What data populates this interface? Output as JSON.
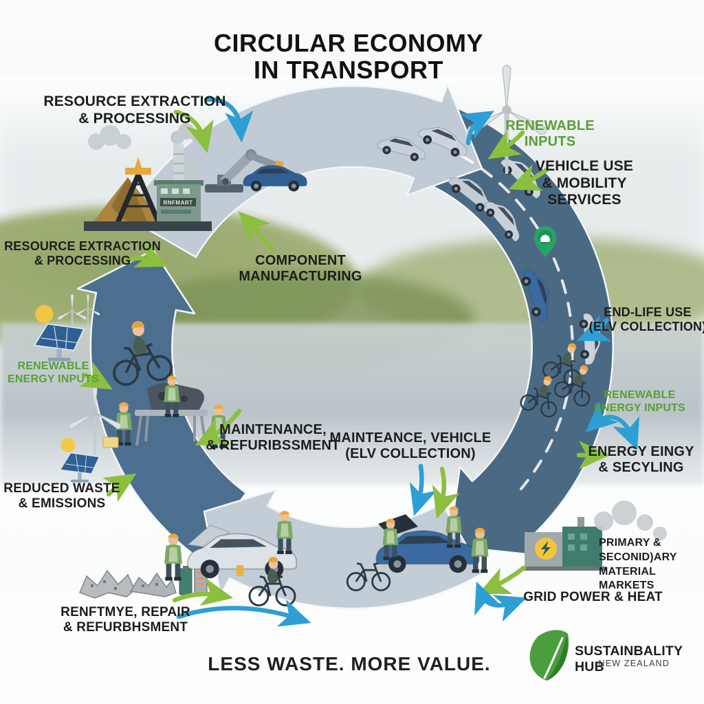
{
  "title": {
    "line1": "CIRCULAR ECONOMY",
    "line2": "IN TRANSPORT"
  },
  "labels": {
    "resource_extraction_top": {
      "line1": "RESOURCE EXTRACTION",
      "line2": "& PROCESSING"
    },
    "renewable_inputs_right": {
      "line1": "RENEWABLE",
      "line2": "INPUTS"
    },
    "vehicle_use": {
      "line1": "VEHICLE USE",
      "line2": "& MOBILITY",
      "line3": "SERVICES"
    },
    "resource_extraction_left": {
      "line1": "RESOURCE EXTRACTION",
      "line2": "& PROCESSING"
    },
    "component_manufacturing": {
      "line1": "COMPONENT",
      "line2": "MANUFACTURING"
    },
    "end_of_life": {
      "line1": "END-LIFE USE",
      "line2": "(ELV COLLECTION)"
    },
    "renewable_energy_left": {
      "line1": "RENEWABLE",
      "line2": "ENERGY INPUTS"
    },
    "renewable_energy_right": {
      "line1": "RENEWABLE",
      "line2": "ENERGY INPUTS"
    },
    "maintenance_refurbishment": {
      "line1": "MAINTENANCE,",
      "line2": "& REFURIBSSMENT"
    },
    "maintenance_vehicle": {
      "line1": "MAINTEANCE, VEHICLE",
      "line2": "(ELV COLLECTION)"
    },
    "energy_recycling": {
      "line1": "ENERGY EINGY",
      "line2": "& SECYLING"
    },
    "reduced_waste": {
      "line1": "REDUCED WASTE",
      "line2": "& EMISSIONS"
    },
    "material_markets": {
      "line1": "PRIMARY &",
      "line2": "SECONID)ARY",
      "line3": "MATERIAL MARKETS"
    },
    "grid_power": {
      "line1": "GRID POWER & HEAT"
    },
    "remanufacture_repair": {
      "line1": "RENFTMYE, REPAIR",
      "line2": "& REFURBHSMENT"
    }
  },
  "tagline": "LESS WASTE. MORE VALUE.",
  "logo": {
    "name": "SUSTAINBALITY HUB",
    "region": "NEW ZEALAND"
  },
  "factory_sign": "RNFMART",
  "colors": {
    "green_text": "#5a9e34",
    "green_arrow": "#8cbf3f",
    "blue_arrow": "#2d9fd4",
    "band_light": "#c0cbd5",
    "band_dark": "#4a6a84",
    "pin_green": "#27a565"
  }
}
